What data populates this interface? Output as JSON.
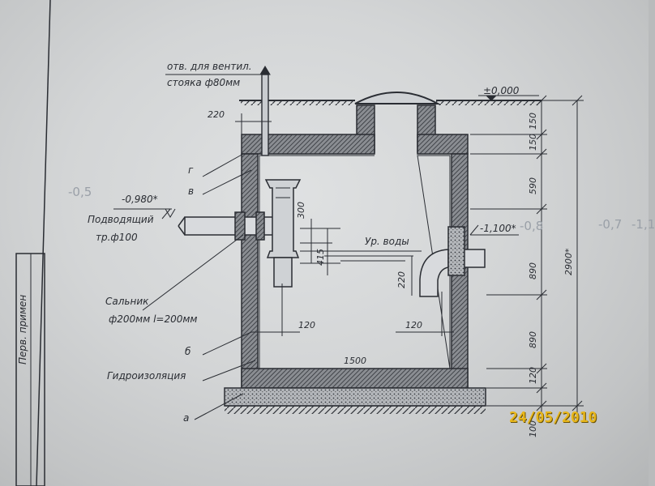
{
  "labels": {
    "vent_line1": "отв. для вентил.",
    "vent_line2": "стояка ф80мм",
    "ground_level": "±0,000",
    "lvl_inlet": "-0,980*",
    "inlet_line1": "Подводящий",
    "inlet_line2": "тр.ф100",
    "lvl_outlet": "-1,100*",
    "water_level": "Ур. воды",
    "gland_line1": "Сальник",
    "gland_line2": "ф200мм l=200мм",
    "waterproofing": "Гидроизоляция",
    "letter_a": "а",
    "letter_b": "б",
    "letter_v": "в",
    "letter_g": "г",
    "title_block_text": "Перв. примен"
  },
  "dimensions": {
    "d_220_top": "220",
    "d_300": "300",
    "d_415": "415",
    "d_220_mid": "220",
    "d_120_left": "120",
    "d_120_right": "120",
    "d_1500": "1500",
    "v_150a": "150",
    "v_150b": "150",
    "v_590": "590",
    "v_890a": "890",
    "v_890b": "890",
    "v_120": "120",
    "v_100": "100",
    "v_2900": "2900*"
  },
  "pencil": {
    "p1": "-0,5",
    "p2": "-0,8",
    "p3": "-0,7",
    "p4": "-1,1"
  },
  "photo": {
    "date_stamp": "24/05/2010"
  },
  "colors": {
    "ink": "#2a2d33",
    "paper": "#d3d5d6",
    "stamp": "#e8b61a"
  }
}
